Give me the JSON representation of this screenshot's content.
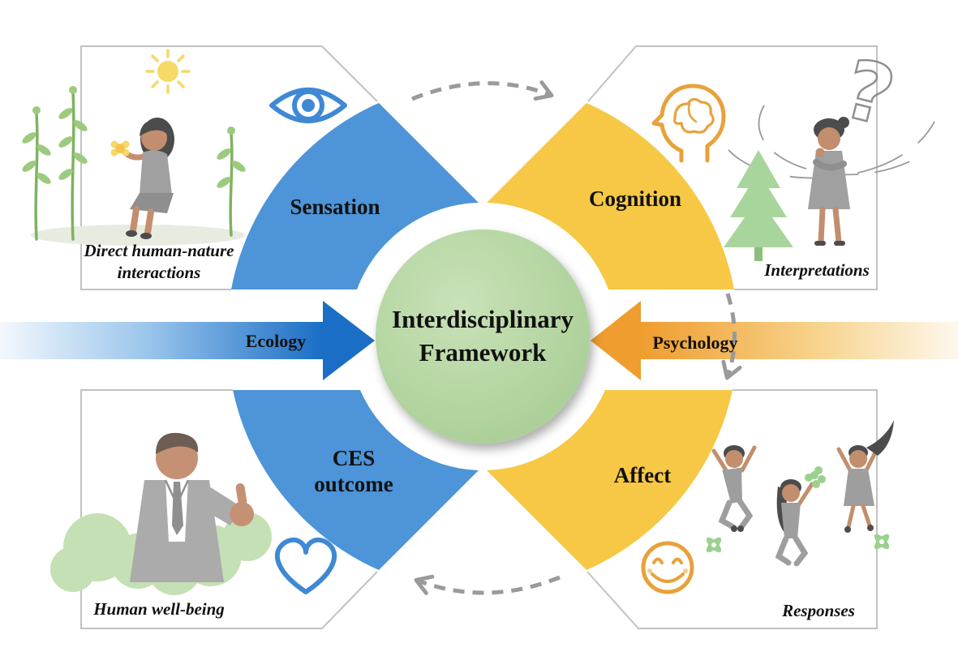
{
  "center": {
    "label": "Interdisciplinary Framework",
    "fill": "#b8d7a6"
  },
  "quadrants": {
    "sensation": {
      "label": "Sensation",
      "color": "#4d94d8",
      "caption": "Direct human-nature interactions",
      "icon": "eye-icon"
    },
    "cognition": {
      "label": "Cognition",
      "color": "#f6c845",
      "caption": "Interpretations",
      "icon": "head-brain-icon"
    },
    "ces": {
      "label": "CES outcome",
      "color": "#4d94d8",
      "caption": "Human well-being",
      "icon": "heart-icon"
    },
    "affect": {
      "label": "Affect",
      "color": "#f6c845",
      "caption": "Responses",
      "icon": "smiley-face-icon"
    }
  },
  "arrows": {
    "ecology": {
      "label": "Ecology",
      "head_color": "#1a6ec6",
      "direction": "right"
    },
    "psychology": {
      "label": "Psychology",
      "head_color": "#ef9d2e",
      "direction": "left"
    }
  },
  "flow": {
    "sequence": [
      "Sensation",
      "Cognition",
      "Affect",
      "CES outcome"
    ],
    "dash_color": "#9a9a9a"
  },
  "glyphs": {
    "question_mark": "?"
  },
  "icons": [
    "eye-icon",
    "head-brain-icon",
    "heart-icon",
    "smiley-face-icon",
    "sun-icon",
    "question-mark",
    "pine-tree-icon"
  ]
}
